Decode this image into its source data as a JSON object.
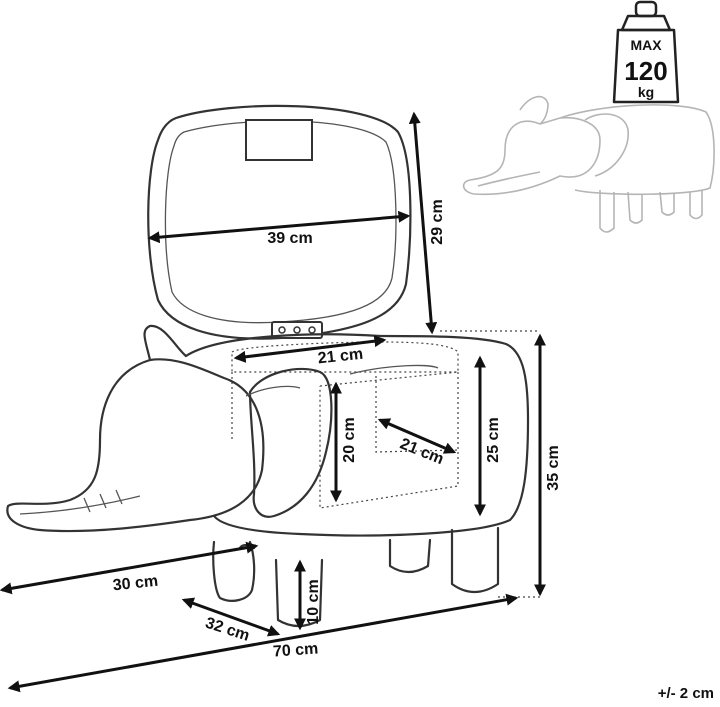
{
  "dimensions": {
    "lid_width": "39 cm",
    "lid_height": "29 cm",
    "opening_width": "21 cm",
    "storage_depth": "21 cm",
    "storage_height": "20 cm",
    "seat_height": "25 cm",
    "total_height": "35 cm",
    "trunk_length": "30 cm",
    "body_width": "32 cm",
    "total_length": "70 cm",
    "leg_height": "10 cm"
  },
  "weight_badge": {
    "line1": "MAX",
    "line2": "120",
    "line3": "kg"
  },
  "tolerance": "+/- 2 cm",
  "icons": [
    "weight-icon",
    "elephant-stool-icon"
  ]
}
